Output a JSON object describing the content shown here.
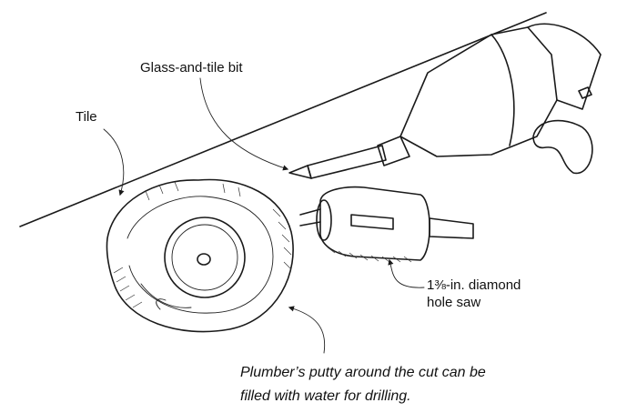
{
  "labels": {
    "bit": "Glass-and-tile bit",
    "tile": "Tile",
    "saw_line1": "1⅜-in. diamond",
    "saw_line2": "hole saw"
  },
  "caption": {
    "line1": "Plumber’s putty around the cut can be",
    "line2": "filled with water for drilling."
  }
}
